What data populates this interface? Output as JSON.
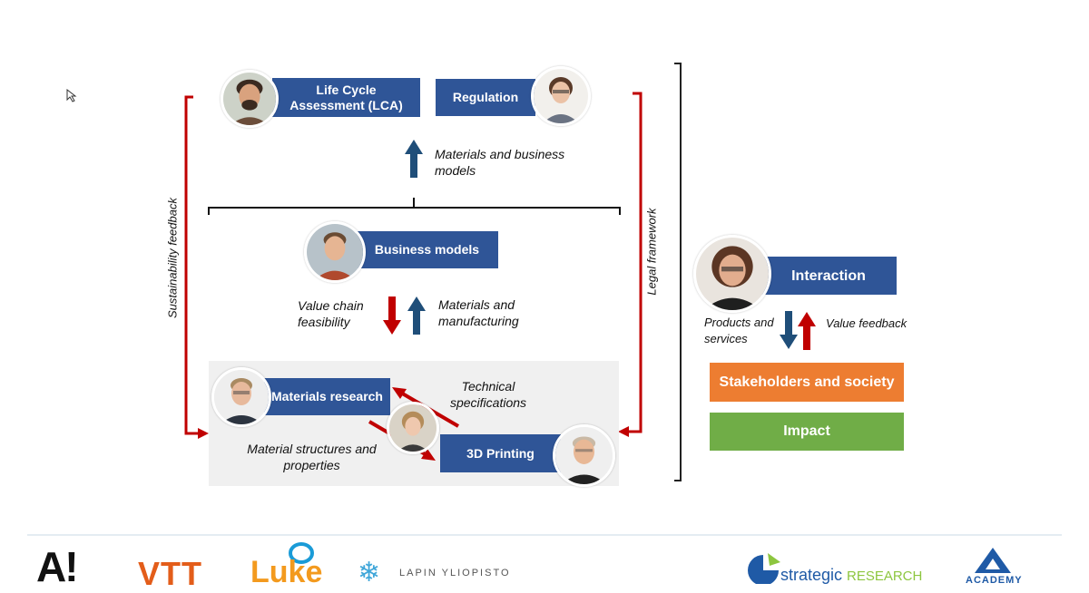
{
  "boxes": {
    "lca": "Life Cycle Assessment (LCA)",
    "regulation": "Regulation",
    "business_models": "Business models",
    "materials_research": "Materials research",
    "printing": "3D Printing",
    "interaction": "Interaction",
    "stakeholders": "Stakeholders and society",
    "impact": "Impact"
  },
  "notes": {
    "materials_business": "Materials and business models",
    "value_chain": "Value chain feasibility",
    "materials_manufacturing": "Materials and manufacturing",
    "technical_specs": "Technical specifications",
    "material_structures": "Material structures and properties",
    "products_services": "Products and services",
    "value_feedback": "Value feedback"
  },
  "side_labels": {
    "sustainability": "Sustainability feedback",
    "legal": "Legal framework"
  },
  "logos": {
    "aalto": "A!",
    "vtt": "VTT",
    "luke": "Luke",
    "lapin": "LAPIN YLIOPISTO",
    "strategic_prefix": "strategic",
    "strategic_suffix": "RESEARCH",
    "academy": "ACADEMY"
  },
  "colors": {
    "box_blue": "#2f5597",
    "arrow_blue": "#1f4e79",
    "arrow_red": "#c00000",
    "stakeholders_orange": "#ed7d31",
    "impact_green": "#70ad47",
    "feedback_red": "#c00000"
  }
}
